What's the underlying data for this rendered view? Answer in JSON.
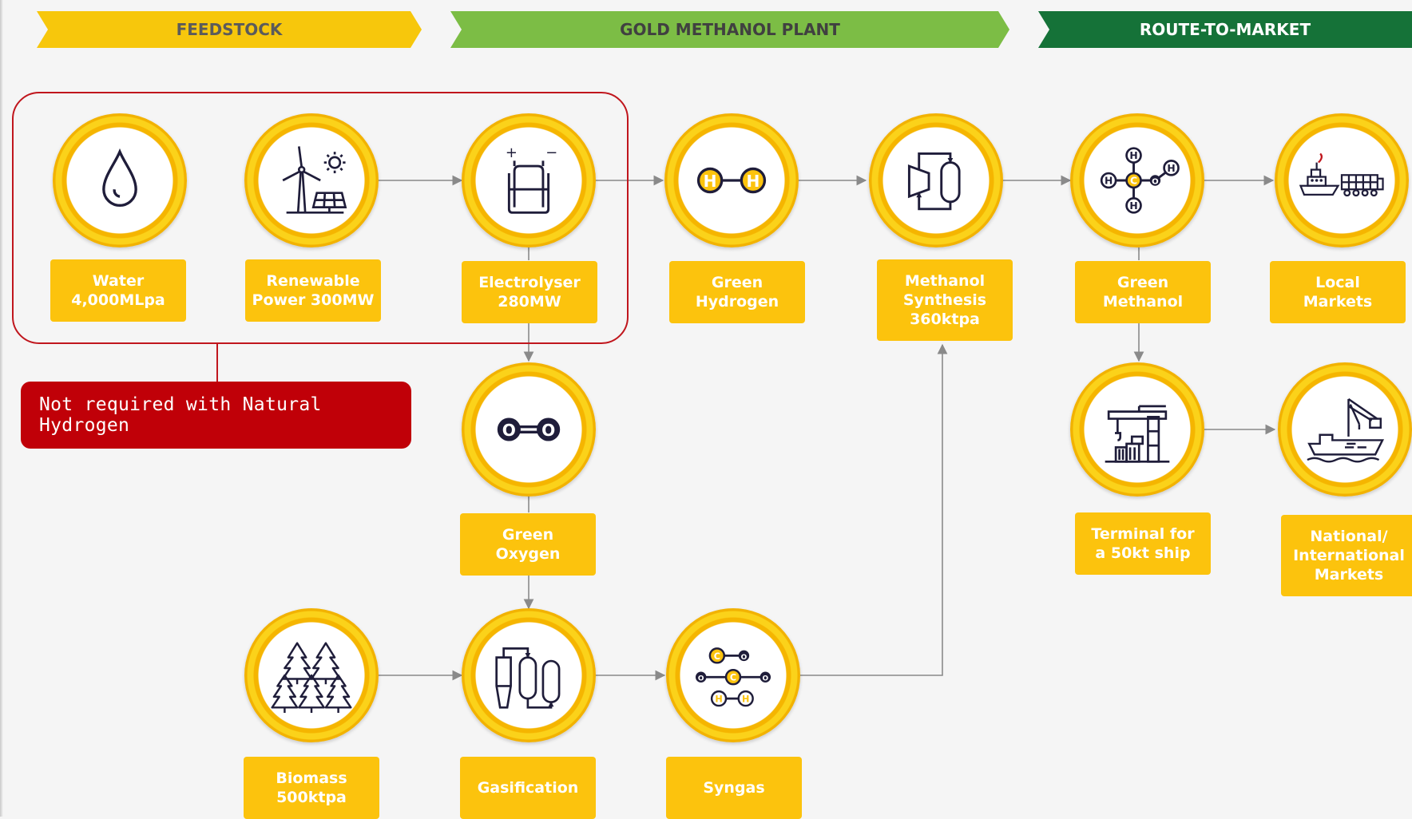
{
  "phases": {
    "feedstock": "FEEDSTOCK",
    "plant": "GOLD METHANOL PLANT",
    "market": "ROUTE-TO-MARKET"
  },
  "callout": "Not required with Natural Hydrogen",
  "nodes": {
    "water": {
      "label": "Water\n4,000MLpa",
      "icon": "water-drop-icon"
    },
    "renewable": {
      "label": "Renewable\nPower 300MW",
      "icon": "wind-solar-icon"
    },
    "electrolyser": {
      "label": "Electrolyser\n280MW",
      "icon": "electrolyser-icon"
    },
    "hydrogen": {
      "label": "Green\nHydrogen",
      "icon": "hydrogen-molecule-icon"
    },
    "synthesis": {
      "label": "Methanol\nSynthesis\n360ktpa",
      "icon": "reactor-icon"
    },
    "methanol": {
      "label": "Green\nMethanol",
      "icon": "methanol-molecule-icon"
    },
    "local": {
      "label": "Local\nMarkets",
      "icon": "ship-train-icon"
    },
    "oxygen": {
      "label": "Green\nOxygen",
      "icon": "oxygen-molecule-icon"
    },
    "terminal": {
      "label": "Terminal for\na 50kt ship",
      "icon": "port-terminal-icon"
    },
    "national": {
      "label": "National/\nInternational\nMarkets",
      "icon": "crane-ship-icon"
    },
    "biomass": {
      "label": "Biomass\n500ktpa",
      "icon": "trees-icon"
    },
    "gasification": {
      "label": "Gasification",
      "icon": "gasifier-icon"
    },
    "syngas": {
      "label": "Syngas",
      "icon": "syngas-molecule-icon"
    }
  },
  "atoms": {
    "h": "H",
    "c": "C",
    "o": "O",
    "plus": "+",
    "minus": "−"
  },
  "colors": {
    "yellow": "#fcc30d",
    "ring": "#f5b500",
    "green_light": "#7cbd45",
    "green_dark": "#157238",
    "red": "#c00008",
    "navy": "#1f1d3a",
    "connector": "#8a8a8a"
  }
}
